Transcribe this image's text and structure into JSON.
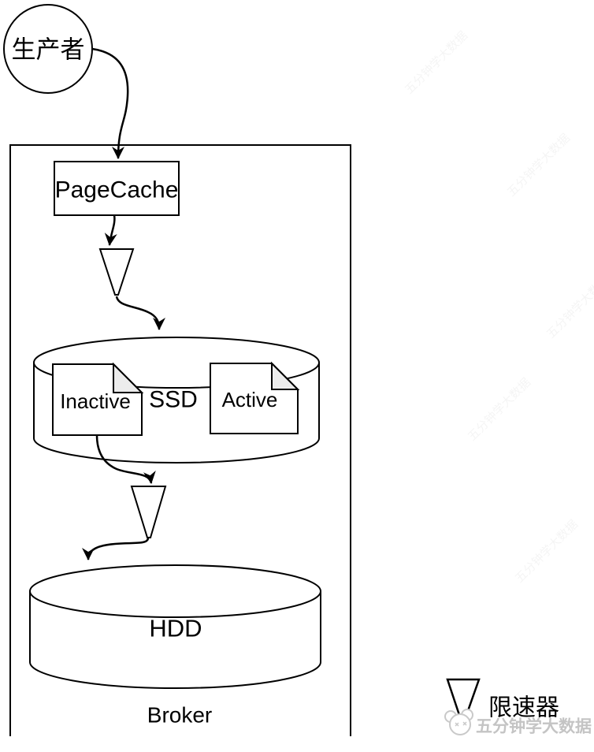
{
  "diagram": {
    "producer": {
      "label": "生产者"
    },
    "broker": {
      "label": "Broker"
    },
    "pagecache": {
      "label": "PageCache"
    },
    "ssd": {
      "label": "SSD",
      "inactive": {
        "label": "Inactive"
      },
      "active": {
        "label": "Active"
      }
    },
    "hdd": {
      "label": "HDD"
    },
    "legend": {
      "rate_limiter": {
        "label": "限速器"
      }
    },
    "watermark": {
      "text": "五分钟学大数据"
    },
    "colors": {
      "stroke": "#000000",
      "background": "#ffffff",
      "document_fold": "#ececec",
      "watermark_text": "#c4c4c4"
    }
  }
}
